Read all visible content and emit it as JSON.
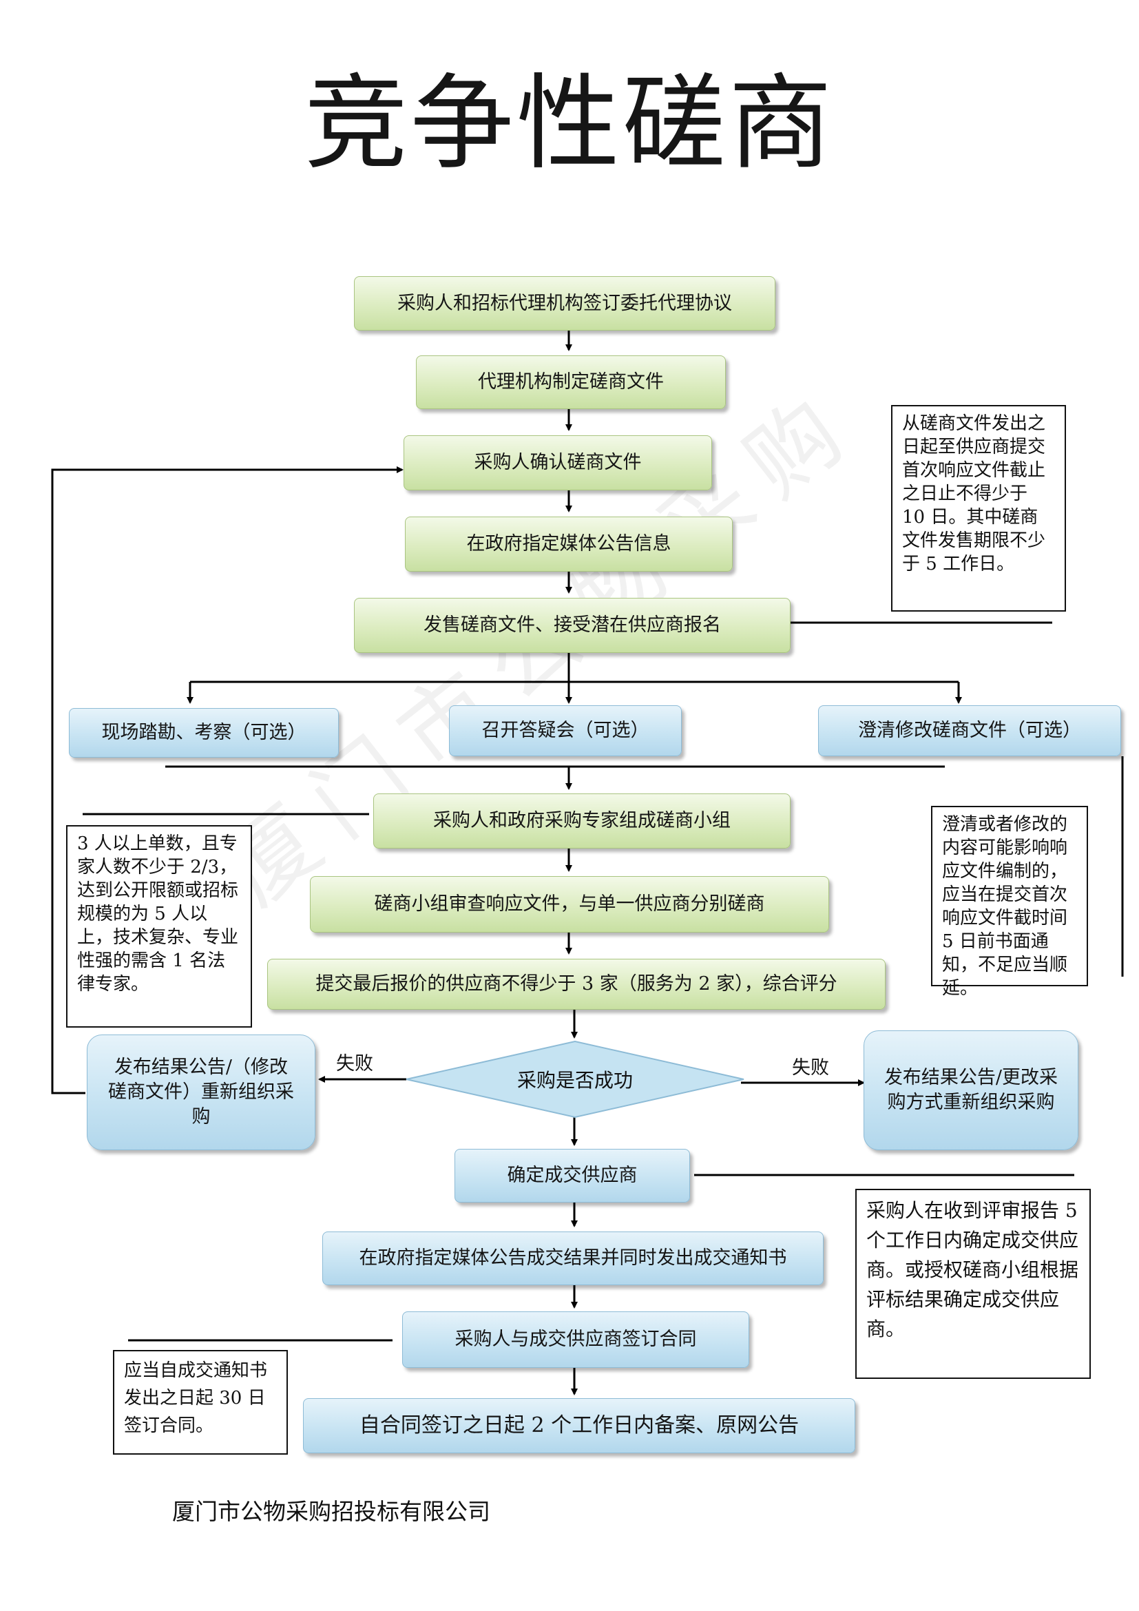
{
  "title": "竞争性磋商",
  "steps": {
    "s1": "采购人和招标代理机构签订委托代理协议",
    "s2": "代理机构制定磋商文件",
    "s3": "采购人确认磋商文件",
    "s4": "在政府指定媒体公告信息",
    "s5": "发售磋商文件、接受潜在供应商报名",
    "opt1": "现场踏勘、考察（可选）",
    "opt2": "召开答疑会（可选）",
    "opt3": "澄清修改磋商文件（可选）",
    "s6": "采购人和政府采购专家组成磋商小组",
    "s7": "磋商小组审查响应文件，与单一供应商分别磋商",
    "s8": "提交最后报价的供应商不得少于 3 家（服务为 2 家），综合评分",
    "decision": "采购是否成功",
    "fail_left": "发布结果公告/（修改磋商文件）重新组织采购",
    "fail_right": "发布结果公告/更改采购方式重新组织采购",
    "s9": "确定成交供应商",
    "s10": "在政府指定媒体公告成交结果并同时发出成交通知书",
    "s11": "采购人与成交供应商签订合同",
    "s12": "自合同签订之日起 2 个工作日内备案、原网公告"
  },
  "labels": {
    "fail_left": "失败",
    "fail_right": "失败"
  },
  "notes": {
    "n1": "从磋商文件发出之日起至供应商提交首次响应文件截止之日止不得少于 10 日。其中磋商文件发售期限不少于 5 工作日。",
    "n2": "澄清或者修改的内容可能影响响应文件编制的，应当在提交首次响应文件截时间 5 日前书面通知，不足应当顺延。",
    "n3": "3 人以上单数，且专家人数不少于 2/3，达到公开限额或招标规模的为 5 人以上，技术复杂、专业性强的需含 1 名法律专家。",
    "n4": "采购人在收到评审报告 5 个工作日内确定成交供应商。或授权磋商小组根据评标结果确定成交供应商。",
    "n5": "应当自成交通知书发出之日起 30 日签订合同。"
  },
  "watermark": "厦门市公物采购",
  "footer": "厦门市公物采购招投标有限公司",
  "colors": {
    "green_box": "#dcecc0",
    "blue_box": "#c8e4f3",
    "connector": "#000000"
  }
}
